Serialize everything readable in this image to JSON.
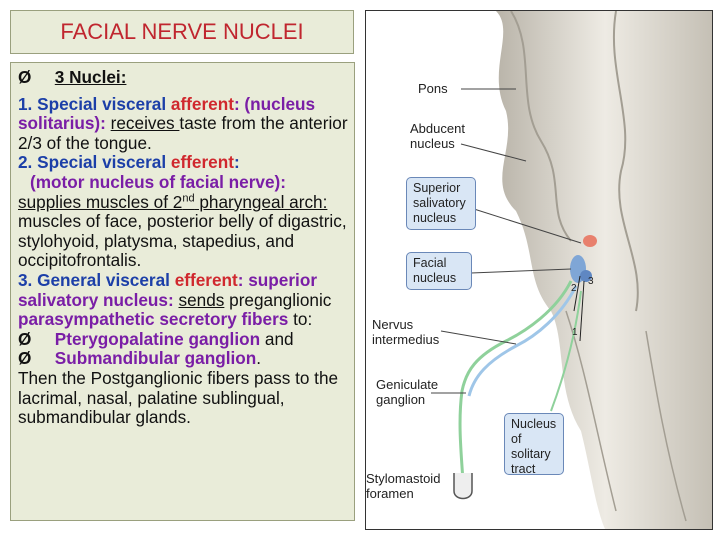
{
  "title": "FACIAL NERVE NUCLEI",
  "heading": {
    "arrow": "Ø",
    "text": "3 Nuclei:"
  },
  "item1": {
    "a": "1. Special visceral ",
    "b": "afferent",
    "c": ": (nucleus solitarius): ",
    "d": "receives ",
    "e": " taste from the anterior 2/3 of the tongue."
  },
  "item2": {
    "a": "2. Special visceral ",
    "b": "efferent",
    "c": ":",
    "d": "(motor nucleus of facial nerve):",
    "e": "supplies muscles of 2",
    "sup": "nd",
    "f": " pharyngeal arch:",
    "g": " muscles of face, posterior belly of digastric, stylohyoid, platysma, stapedius, and occipitofrontalis."
  },
  "item3": {
    "a": "3. General visceral ",
    "b": "efferent",
    "c": ": superior salivatory nucleus: ",
    "d": "sends",
    "e": " preganglionic ",
    "f": "parasympathetic secretory fibers",
    "g": " to:"
  },
  "targets": [
    {
      "arrow": "Ø",
      "name": "Pterygopalatine  ganglion",
      "rest": " and"
    },
    {
      "arrow": "Ø",
      "name": "Submandibular ganglion",
      "rest": "."
    }
  ],
  "closing": "Then the Postganglionic fibers pass to the lacrimal, nasal, palatine sublingual, submandibular glands.",
  "figure": {
    "labels": {
      "pons": "Pons",
      "abducent": "Abducent nucleus",
      "superior_salivatory": "Superior salivatory nucleus",
      "facial_nucleus": "Facial nucleus",
      "nervus_intermedius": "Nervus intermedius",
      "geniculate": "Geniculate ganglion",
      "solitary": "Nucleus of solitary tract",
      "stylomastoid": "Stylomastoid foramen"
    },
    "numbers": {
      "n1": "1",
      "n2": "2",
      "n3": "3"
    }
  },
  "colors": {
    "title_red": "#c0262f",
    "blue": "#1c3fa8",
    "red": "#d0282e",
    "purple": "#7a1ea6",
    "panel_bg": "#e9ecd9"
  }
}
